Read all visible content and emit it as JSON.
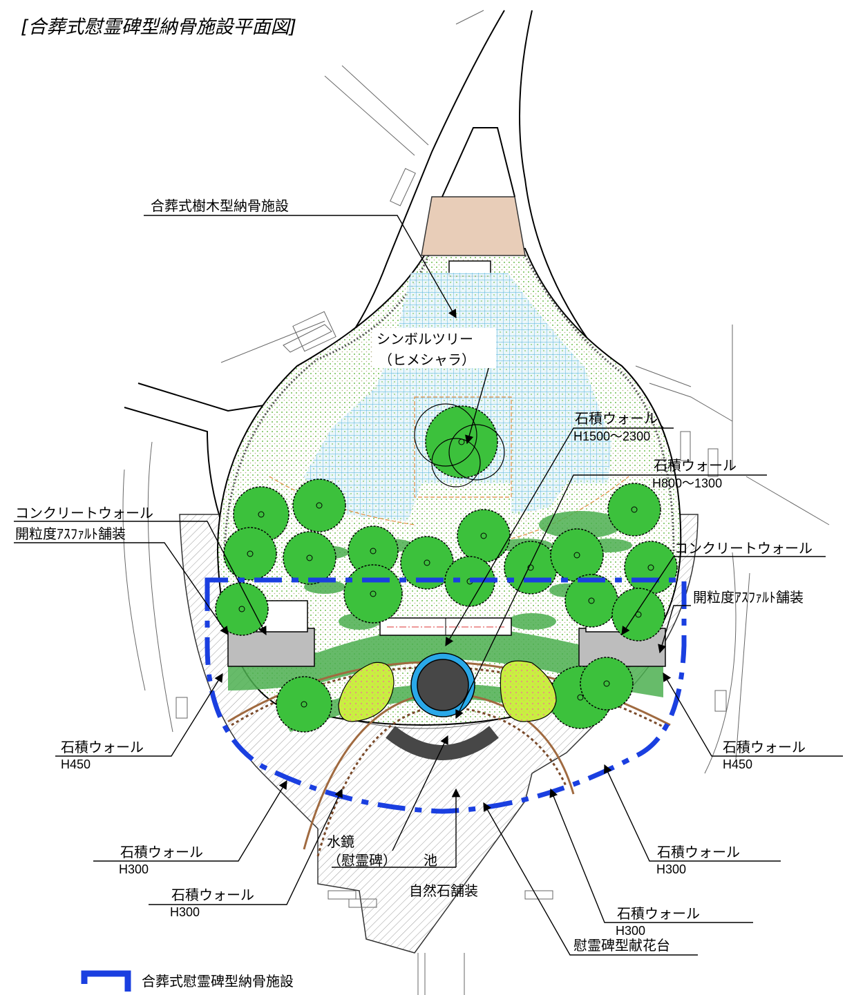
{
  "title": "[合葬式慰霊碑型納骨施設平面図]",
  "labels": {
    "tree_facility": "合葬式樹木型納骨施設",
    "symbol_tree_1": "シンボルツリー",
    "symbol_tree_2": "（ヒメシャラ）",
    "stone_wall_a": "石積ウォール",
    "stone_wall_a_h": "H1500〜2300",
    "stone_wall_b": "石積ウォール",
    "stone_wall_b_h": "H800〜1300",
    "concrete_wall_left": "コンクリートウォール",
    "asphalt_left": "開粒度ｱｽﾌｧﾙﾄ舗装",
    "concrete_wall_right": "コンクリートウォール",
    "asphalt_right": "開粒度ｱｽﾌｧﾙﾄ舗装",
    "stone_wall_l450": "石積ウォール",
    "stone_wall_l450_h": "H450",
    "stone_wall_r450": "石積ウォール",
    "stone_wall_r450_h": "H450",
    "stone_wall_l300a": "石積ウォール",
    "stone_wall_l300a_h": "H300",
    "stone_wall_l300b": "石積ウォール",
    "stone_wall_l300b_h": "H300",
    "stone_wall_r300a": "石積ウォール",
    "stone_wall_r300a_h": "H300",
    "stone_wall_r300b": "石積ウォール",
    "stone_wall_r300b_h": "H300",
    "water_mirror": "水鏡",
    "monument": "（慰霊碑）",
    "pond": "池",
    "natural_stone": "自然石舗装",
    "flower_stand": "慰霊碑型献花台"
  },
  "legend": {
    "label": "合葬式慰霊碑型納骨施設",
    "color": "#1a3fe0"
  },
  "colors": {
    "tree": "#3cc13c",
    "shrub": "#4caf50",
    "lawn_dots": "#7cc46b",
    "tile": "#34a7d8",
    "pond_ring": "#2aa8e8",
    "pond_center": "#474747",
    "flower_bed": "#c8f040",
    "entrance": "#e8cdb8"
  }
}
